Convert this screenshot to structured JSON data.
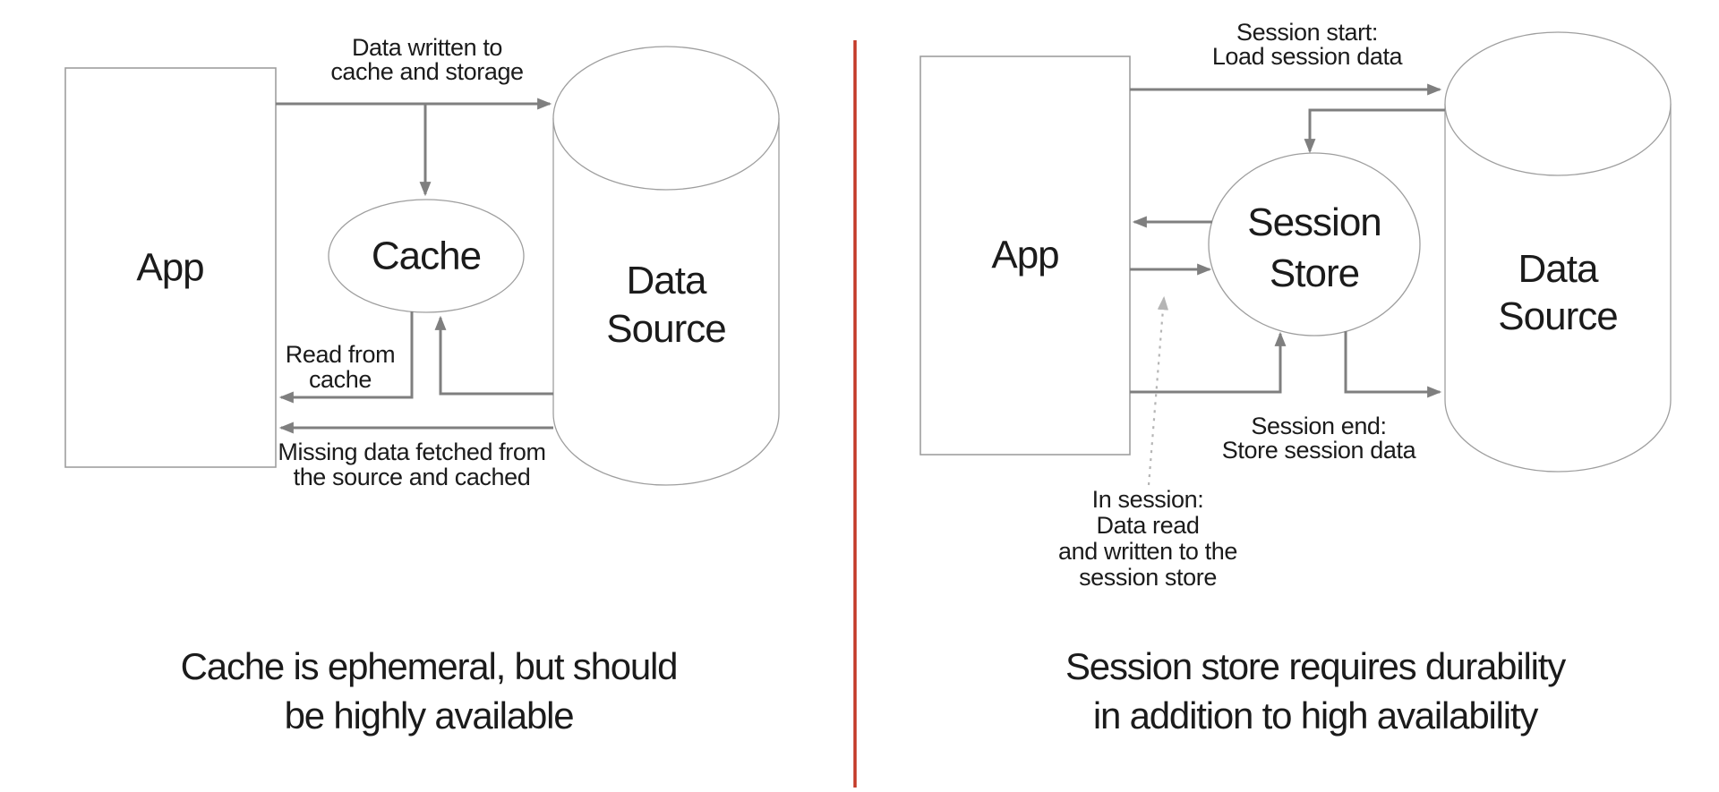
{
  "colors": {
    "divider": "#c43a28",
    "arrow": "#7f7f7f",
    "shape-border": "#9e9e9e",
    "dashed": "#b5b5b5",
    "text": "#1b1b1b"
  },
  "left": {
    "app": "App",
    "cache": "Cache",
    "datasource_line1": "Data",
    "datasource_line2": "Source",
    "label_write_line1": "Data written to",
    "label_write_line2": "cache and storage",
    "label_read_line1": "Read from",
    "label_read_line2": "cache",
    "label_miss_line1": "Missing data fetched from",
    "label_miss_line2": "the source and cached",
    "caption_line1": "Cache is ephemeral, but should",
    "caption_line2": "be highly available"
  },
  "right": {
    "app": "App",
    "store_line1": "Session",
    "store_line2": "Store",
    "datasource_line1": "Data",
    "datasource_line2": "Source",
    "label_start_line1": "Session start:",
    "label_start_line2": "Load session data",
    "label_end_line1": "Session end:",
    "label_end_line2": "Store session data",
    "label_insession_line1": "In session:",
    "label_insession_line2": "Data read",
    "label_insession_line3": "and written to the",
    "label_insession_line4": "session store",
    "caption_line1": "Session store requires durability",
    "caption_line2": "in addition to high availability"
  }
}
